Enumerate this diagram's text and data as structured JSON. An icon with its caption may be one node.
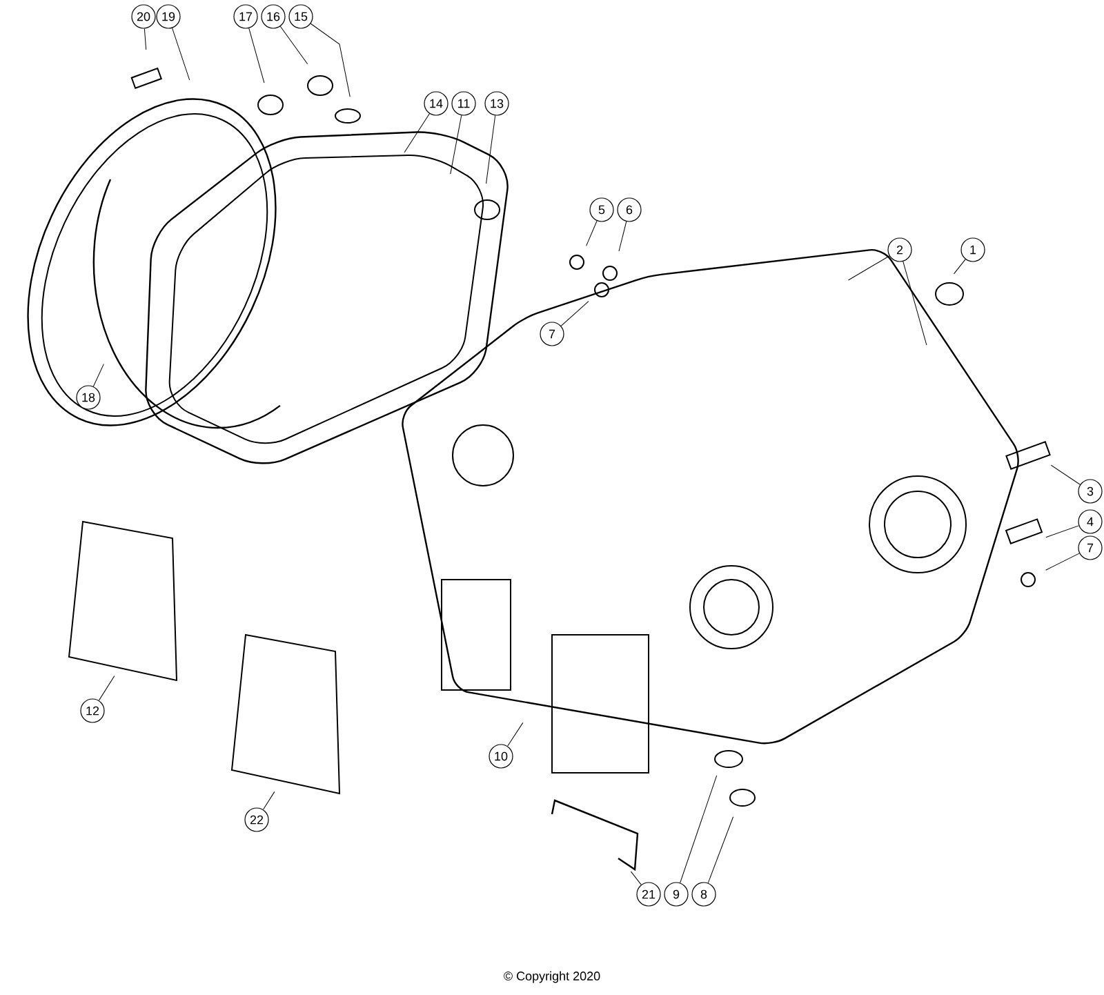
{
  "diagram": {
    "nodes": [
      {
        "text": [
          "20"
        ]
      },
      {
        "text": [
          "19"
        ]
      },
      {
        "text": [
          "17"
        ]
      },
      {
        "text": [
          "16"
        ]
      },
      {
        "text": [
          "15"
        ]
      },
      {
        "text": [
          "14"
        ]
      },
      {
        "text": [
          "11"
        ]
      },
      {
        "text": [
          "13"
        ]
      },
      {
        "text": [
          "5"
        ]
      },
      {
        "text": [
          "6"
        ]
      },
      {
        "text": [
          "2"
        ]
      },
      {
        "text": [
          "1"
        ]
      },
      {
        "text": [
          "7"
        ]
      },
      {
        "text": [
          "18"
        ]
      },
      {
        "text": [
          "3"
        ]
      },
      {
        "text": [
          "4"
        ]
      },
      {
        "text": [
          "7"
        ]
      },
      {
        "text": [
          "12"
        ]
      },
      {
        "text": [
          "10"
        ]
      },
      {
        "text": [
          "22"
        ]
      },
      {
        "text": [
          "21"
        ]
      },
      {
        "text": [
          "9"
        ]
      },
      {
        "text": [
          "8"
        ]
      }
    ],
    "edges": [
      {
        "from": 0,
        "to": null,
        "arrow": "none"
      },
      {
        "from": 1,
        "to": null,
        "arrow": "none"
      },
      {
        "from": 2,
        "to": null,
        "arrow": "none"
      },
      {
        "from": 3,
        "to": null,
        "arrow": "none"
      },
      {
        "from": 4,
        "to": null,
        "arrow": "none"
      },
      {
        "from": 5,
        "to": null,
        "arrow": "none"
      },
      {
        "from": 6,
        "to": null,
        "arrow": "none"
      },
      {
        "from": 7,
        "to": null,
        "arrow": "none"
      },
      {
        "from": 8,
        "to": null,
        "arrow": "none"
      },
      {
        "from": 9,
        "to": null,
        "arrow": "none"
      },
      {
        "from": 10,
        "to": null,
        "arrow": "none"
      },
      {
        "from": 10,
        "to": null,
        "arrow": "none"
      },
      {
        "from": 11,
        "to": null,
        "arrow": "none"
      },
      {
        "from": 12,
        "to": null,
        "arrow": "none"
      },
      {
        "from": 13,
        "to": null,
        "arrow": "none"
      },
      {
        "from": 14,
        "to": null,
        "arrow": "none"
      },
      {
        "from": 15,
        "to": null,
        "arrow": "none"
      },
      {
        "from": 16,
        "to": null,
        "arrow": "none"
      },
      {
        "from": 17,
        "to": null,
        "arrow": "none"
      },
      {
        "from": 18,
        "to": null,
        "arrow": "none"
      },
      {
        "from": 19,
        "to": null,
        "arrow": "none"
      },
      {
        "from": 20,
        "to": null,
        "arrow": "none"
      },
      {
        "from": 21,
        "to": null,
        "arrow": "none"
      },
      {
        "from": 22,
        "to": null,
        "arrow": "none"
      }
    ],
    "labels": [
      "© Copyright 2020"
    ]
  }
}
